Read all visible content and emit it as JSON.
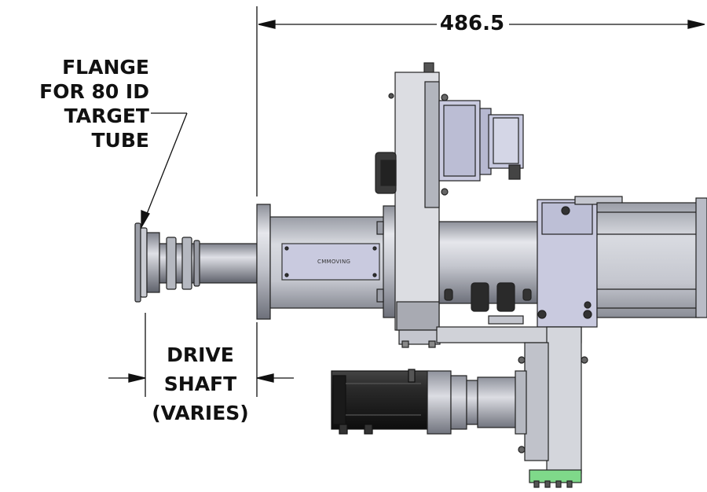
{
  "dimensions": {
    "overall_length": "486.5"
  },
  "labels": {
    "flange_line1": "FLANGE",
    "flange_line2": "FOR 80 ID",
    "flange_line3": "TARGET TUBE",
    "shaft_line1": "DRIVE",
    "shaft_line2": "SHAFT",
    "shaft_line3": "(VARIES)"
  },
  "plate": {
    "brand": "CMMOVING"
  },
  "colors": {
    "metal_light": "#d4d6dc",
    "metal_mid": "#b9bcc6",
    "metal_dark": "#6b6e78",
    "motor_black": "#1c1c1c",
    "connector_green": "#7fd98a",
    "plate_purple": "#c9cadf"
  }
}
